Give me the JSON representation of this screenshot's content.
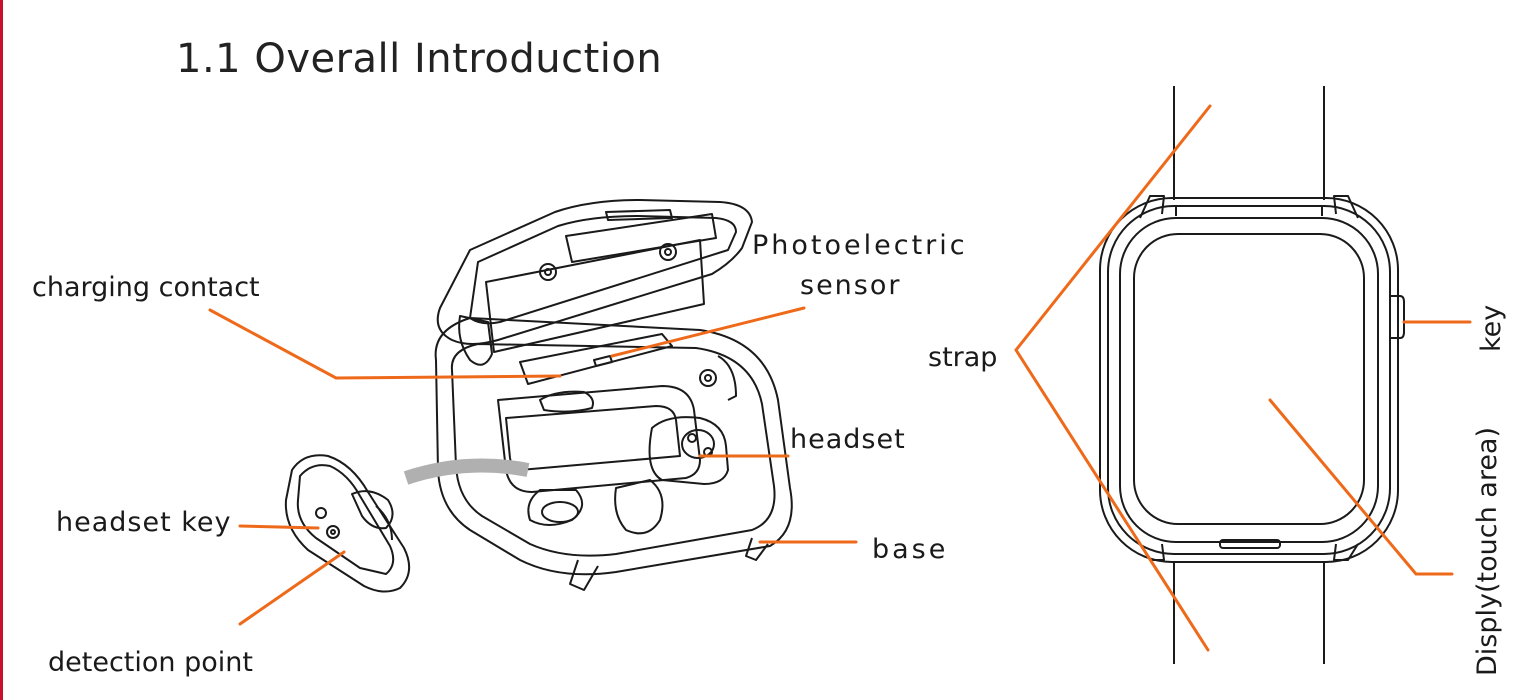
{
  "title": "1.1 Overall Introduction",
  "labels": {
    "charging_contact": "charging contact",
    "photoelectric_sensor_line1": "Photoelectric",
    "photoelectric_sensor_line2": "sensor",
    "headset": "headset",
    "headset_key": "headset key",
    "base": "base",
    "detection_point": "detection point",
    "strap": "strap",
    "key": "key",
    "display": "Disply(touch area)"
  },
  "colors": {
    "leader_line": "#ee6a1a",
    "outline": "#1a1a1a",
    "page_edge": "#c8102e"
  }
}
